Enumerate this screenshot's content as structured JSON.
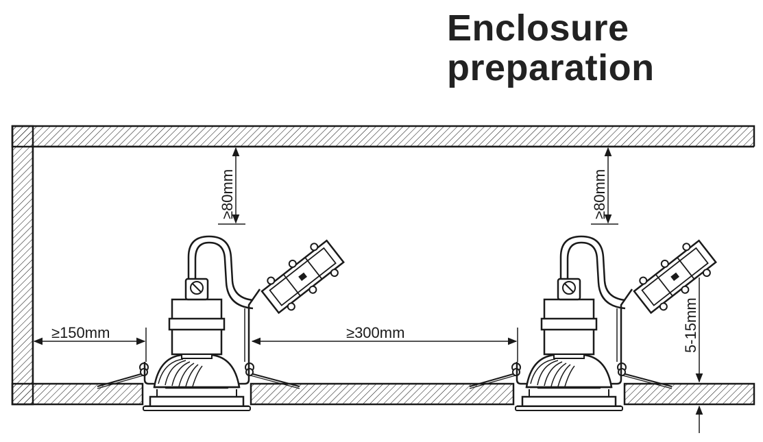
{
  "title": {
    "line1": "Enclosure",
    "line2": "preparation"
  },
  "dimensions": {
    "left_clearance": "≥150mm",
    "spacing": "≥300mm",
    "top_clearance_left": "≥80mm",
    "top_clearance_right": "≥80mm",
    "ceiling_thickness": "5-15mm"
  },
  "colors": {
    "line": "#1a1a1a",
    "background": "#ffffff"
  }
}
